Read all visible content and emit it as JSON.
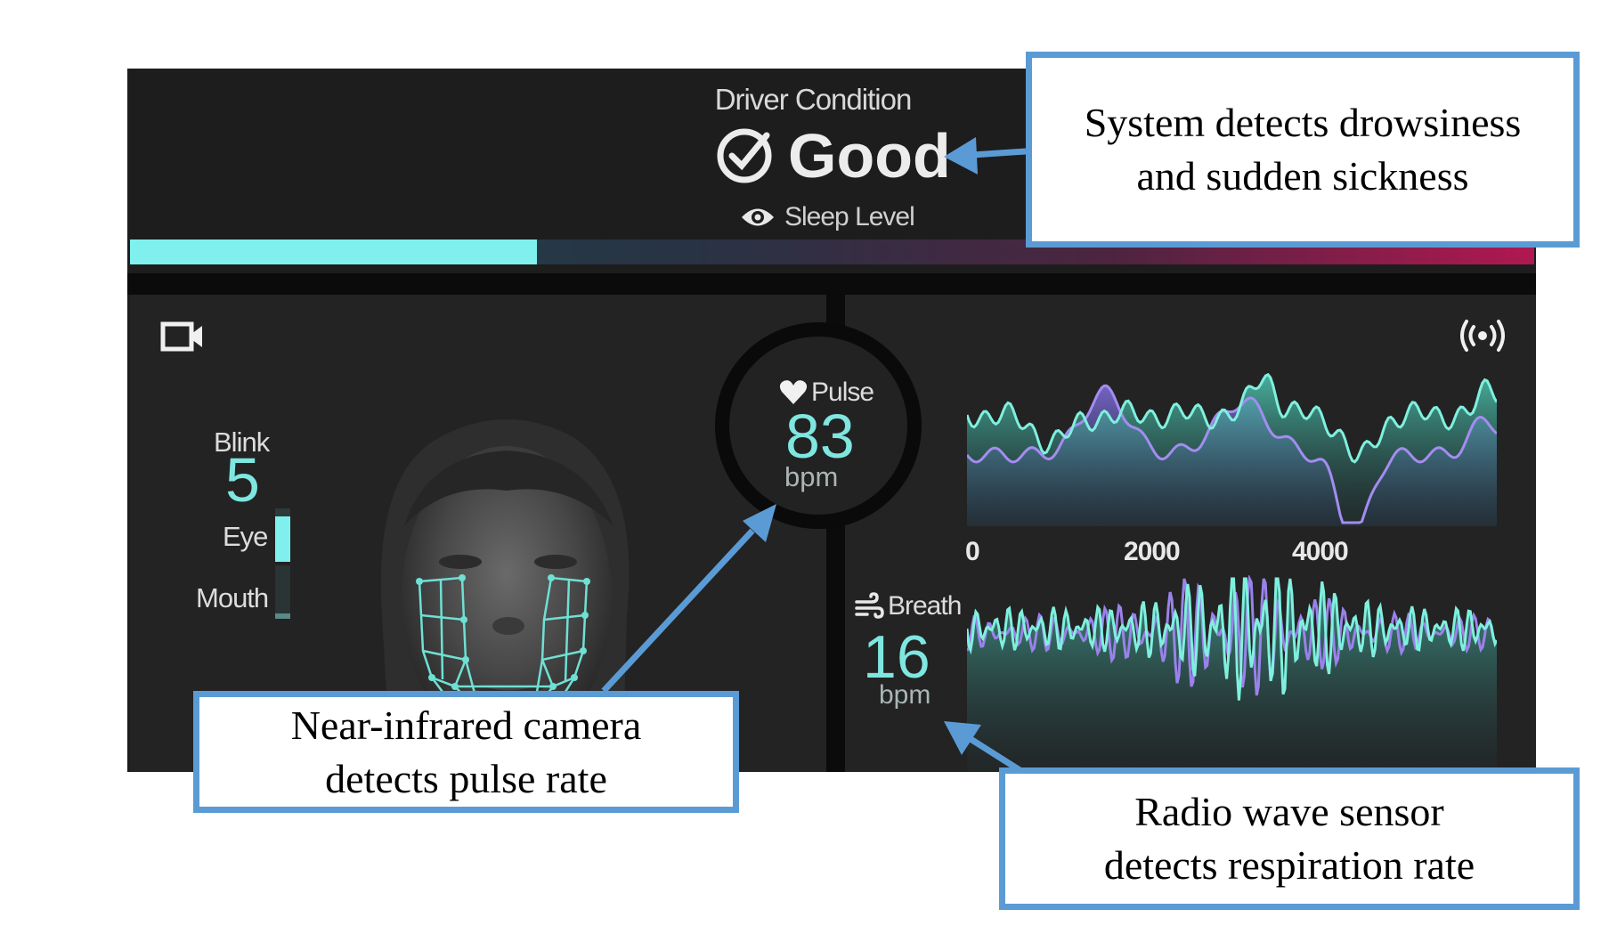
{
  "driver_condition": {
    "title": "Driver Condition",
    "status": "Good",
    "sleep_level_label": "Sleep Level",
    "sleep_level": 0.29
  },
  "camera": {
    "blink_label": "Blink",
    "blink_value": "5",
    "eye_label": "Eye",
    "eye_level": 0.85,
    "mouth_label": "Mouth",
    "mouth_level": 0.1
  },
  "pulse": {
    "label": "Pulse",
    "value": "83",
    "unit": "bpm"
  },
  "breath": {
    "label": "Breath",
    "value": "16",
    "unit": "bpm"
  },
  "chart_ticks": [
    "0",
    "2000",
    "4000"
  ],
  "callouts": {
    "drowsiness": [
      "System detects drowsiness",
      "and sudden sickness"
    ],
    "camera": [
      "Near-infrared camera",
      "detects pulse rate"
    ],
    "radio": [
      "Radio wave sensor",
      "detects respiration rate"
    ]
  },
  "colors": {
    "accent_teal": "#7fe6e0",
    "progress_fill": "#7ff0ee",
    "wave_teal": "#5fe0c8",
    "wave_purple": "#8c74e0",
    "callout_border": "#5b9bd5"
  },
  "icons": [
    "check-circle-icon",
    "eye-icon",
    "video-camera-icon",
    "radio-signal-icon",
    "heart-icon",
    "wind-icon"
  ]
}
